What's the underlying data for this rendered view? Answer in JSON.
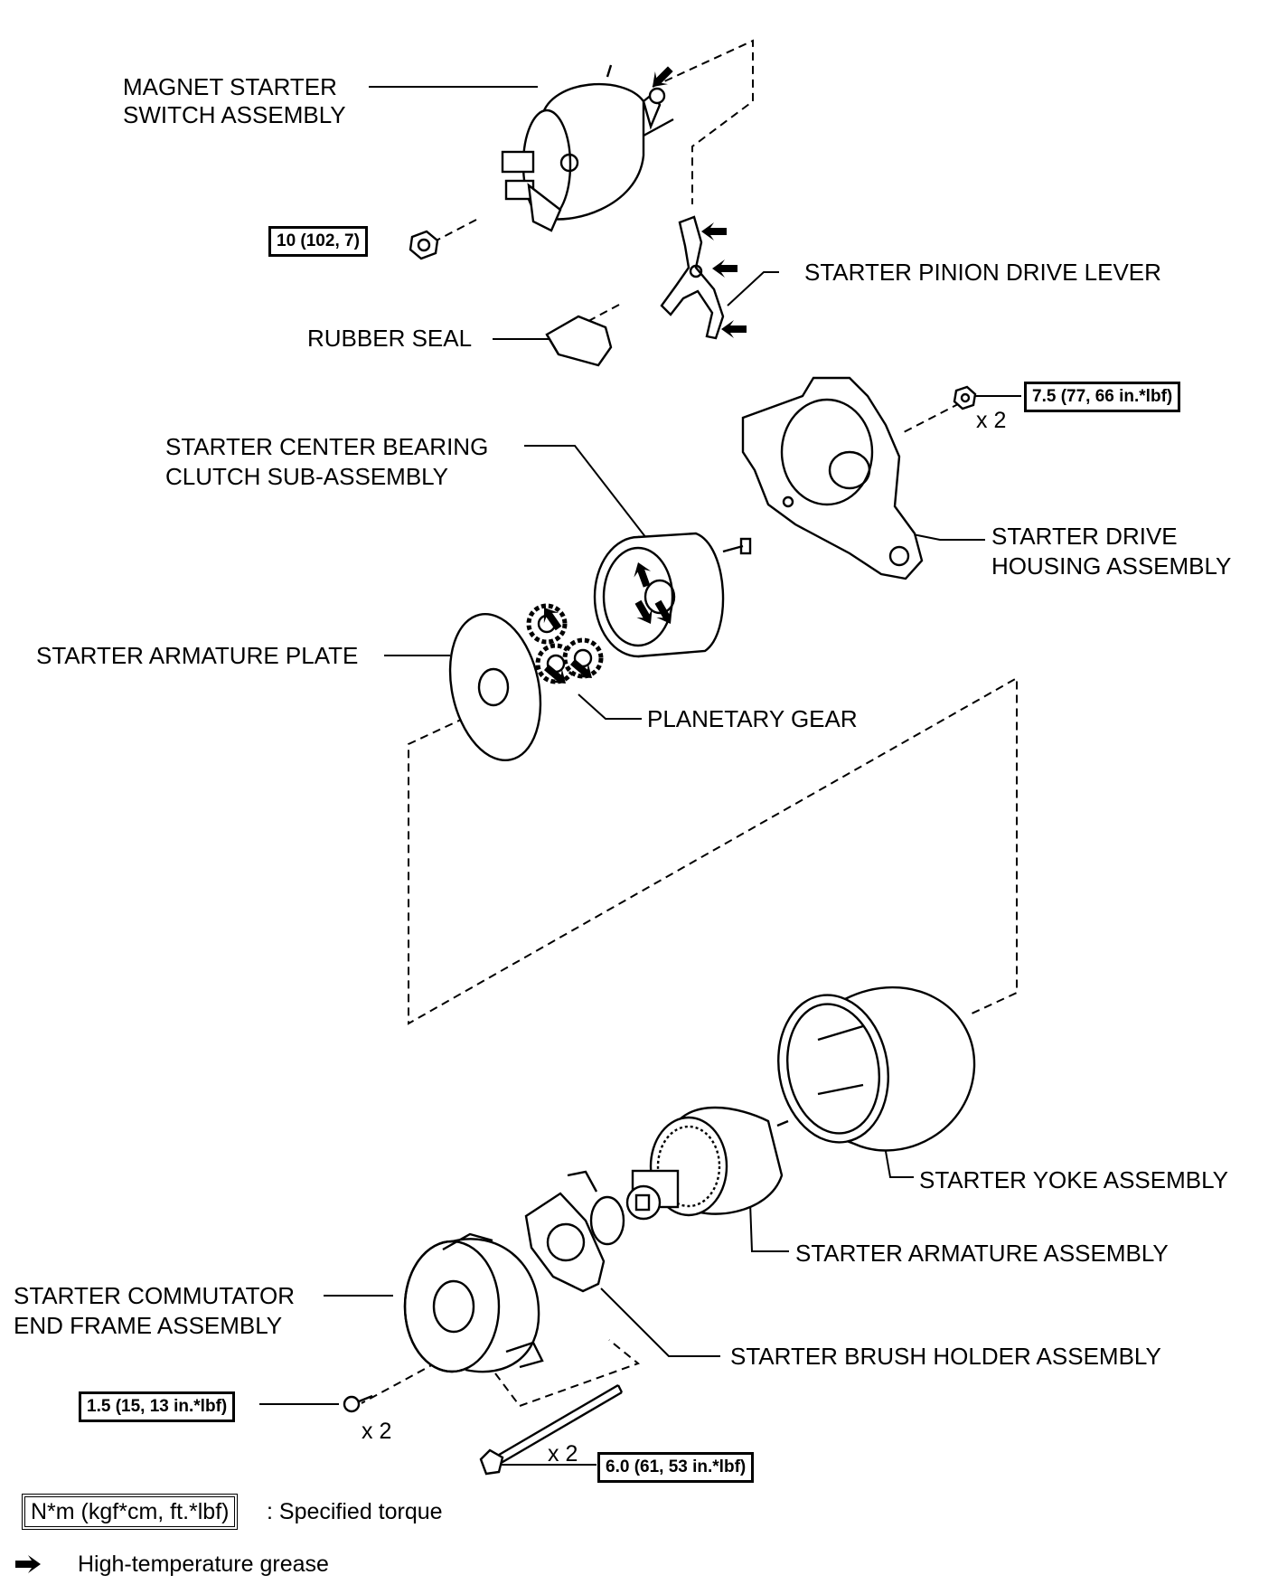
{
  "labels": {
    "magnet_switch": [
      "MAGNET STARTER",
      "SWITCH ASSEMBLY"
    ],
    "pinion_lever": "STARTER PINION DRIVE LEVER",
    "rubber_seal": "RUBBER SEAL",
    "center_bearing_clutch": [
      "STARTER CENTER BEARING",
      "CLUTCH SUB-ASSEMBLY"
    ],
    "drive_housing": [
      "STARTER DRIVE",
      "HOUSING ASSEMBLY"
    ],
    "armature_plate": "STARTER ARMATURE PLATE",
    "planetary_gear": "PLANETARY GEAR",
    "yoke": "STARTER YOKE ASSEMBLY",
    "armature": "STARTER ARMATURE ASSEMBLY",
    "commutator_end_frame": [
      "STARTER COMMUTATOR",
      "END FRAME ASSEMBLY"
    ],
    "brush_holder": "STARTER BRUSH HOLDER ASSEMBLY"
  },
  "torques": {
    "switch_nut": "10 (102, 7)",
    "housing_nut": "7.5 (77, 66 in.*lbf)",
    "end_frame_screw": "1.5 (15, 13 in.*lbf)",
    "through_bolt": "6.0 (61, 53 in.*lbf)"
  },
  "multipliers": {
    "housing_nut": "x 2",
    "end_frame_screw": "x 2",
    "through_bolt": "x 2"
  },
  "legend": {
    "torque_unit": "N*m (kgf*cm, ft.*lbf)",
    "torque_text": ": Specified torque",
    "grease_text": "High-temperature grease"
  },
  "icons": {
    "grease_marker": "black-arrow-icon"
  }
}
